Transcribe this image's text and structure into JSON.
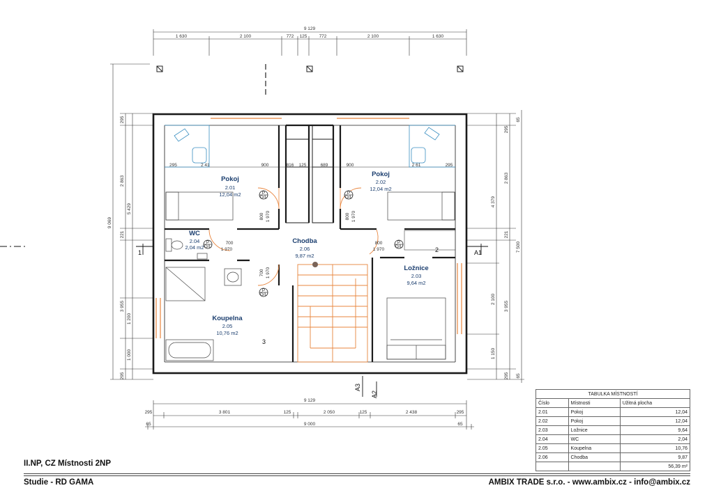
{
  "dimensions": {
    "top_total": "9 129",
    "top_segments": [
      "1 630",
      "2 100",
      "772",
      "125",
      "772",
      "2 100",
      "1 630"
    ],
    "bottom_total_upper": "9 129",
    "bottom_segments": [
      "295",
      "3 801",
      "125",
      "2 050",
      "125",
      "2 438",
      "295"
    ],
    "bottom_total": "9 000",
    "bottom_edge": [
      "65",
      "65"
    ],
    "left_total": "9 069",
    "left_outer": [
      "295",
      "2 863",
      "5 429",
      "221",
      "3 955",
      "1 200",
      "1 000",
      "295"
    ],
    "right_total": "7 500",
    "right_outer": [
      "65",
      "295",
      "2 863",
      "4 379",
      "221",
      "3 955",
      "2 100",
      "1 150",
      "295",
      "65"
    ],
    "interior": [
      "295",
      "2 41",
      "900",
      "816",
      "125",
      "689",
      "900",
      "2 61",
      "295"
    ],
    "doors": [
      "800",
      "1 970",
      "800",
      "1 970",
      "700",
      "1 970",
      "800",
      "1 970",
      "700",
      "1 970"
    ]
  },
  "rooms": [
    {
      "name": "Pokoj",
      "number": "2.01",
      "area": "12,04 m2"
    },
    {
      "name": "Pokoj",
      "number": "2.02",
      "area": "12,04 m2"
    },
    {
      "name": "WC",
      "number": "2.04",
      "area": "2,04 m2"
    },
    {
      "name": "Chodba",
      "number": "2.06",
      "area": "9,87 m2"
    },
    {
      "name": "Ložnice",
      "number": "2.03",
      "area": "9,64 m2"
    },
    {
      "name": "Koupelna",
      "number": "2.05",
      "area": "10,76 m2"
    }
  ],
  "door_tags": [
    "P",
    "D/L"
  ],
  "section_marks": {
    "left": "1",
    "left_a": "1",
    "right": "2",
    "right_a": "A1",
    "bottom_a": "A3",
    "bottom_b": "A2",
    "stair": "3"
  },
  "table": {
    "title": "TABULKA MÍSTNOSTÍ",
    "headers": [
      "Číslo",
      "Místnosti",
      "Užitná plocha"
    ],
    "rows": [
      [
        "2.01",
        "Pokoj",
        "12,04"
      ],
      [
        "2.02",
        "Pokoj",
        "12,04"
      ],
      [
        "2.03",
        "Ložnice",
        "9,64"
      ],
      [
        "2.04",
        "WC",
        "2,04"
      ],
      [
        "2.05",
        "Koupelna",
        "10,76"
      ],
      [
        "2.06",
        "Chodba",
        "9,87"
      ]
    ],
    "total": "56,39 m²"
  },
  "footer": {
    "title": "II.NP, CZ Místnosti 2NP",
    "project": "Studie - RD GAMA",
    "company": "AMBIX TRADE s.r.o. - www.ambix.cz - info@ambix.cz"
  },
  "colors": {
    "wall": "#1a1a1a",
    "dim": "#333333",
    "accent": "#e8843c",
    "room_text": "#1a3d6e",
    "furniture": "#3a8fc1"
  }
}
